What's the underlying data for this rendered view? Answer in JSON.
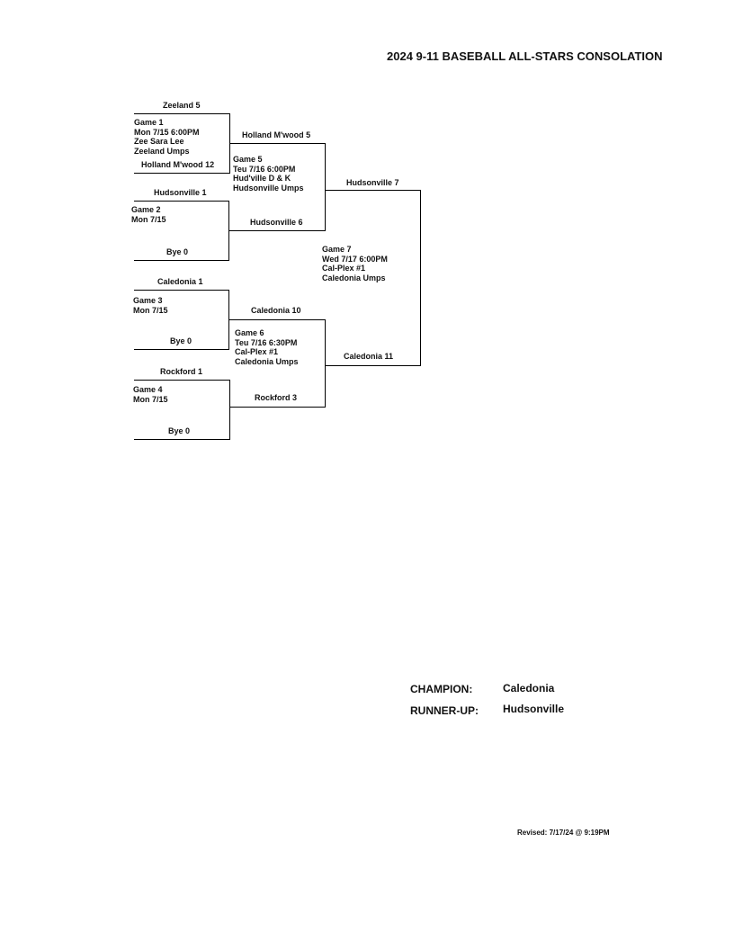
{
  "title": "2024 9-11 BASEBALL ALL-STARS CONSOLATION",
  "round1": [
    {
      "top_team": "Zeeland  5",
      "bottom_team": "Holland M'wood  12",
      "game": "Game 1",
      "date": "Mon  7/15  6:00PM",
      "field": "Zee Sara Lee",
      "umps": "Zeeland Umps"
    },
    {
      "top_team": "Hudsonville  1",
      "bottom_team": "Bye  0",
      "game": "Game 2",
      "date": "Mon  7/15"
    },
    {
      "top_team": "Caledonia  1",
      "bottom_team": "Bye  0",
      "game": "Game 3",
      "date": "Mon  7/15"
    },
    {
      "top_team": "Rockford  1",
      "bottom_team": "Bye  0",
      "game": "Game 4",
      "date": "Mon  7/15"
    }
  ],
  "round2": [
    {
      "top_team": "Holland M'wood  5",
      "bottom_team": "Hudsonville  6",
      "game": "Game 5",
      "date": "Teu  7/16  6:00PM",
      "field": "Hud'ville D & K",
      "umps": "Hudsonville Umps"
    },
    {
      "top_team": "Caledonia  10",
      "bottom_team": "Rockford  3",
      "game": "Game 6",
      "date": "Teu  7/16  6:30PM",
      "field": "Cal-Plex #1",
      "umps": "Caledonia Umps"
    }
  ],
  "final": {
    "top_team": "Hudsonville  7",
    "bottom_team": "Caledonia  11",
    "game": "Game 7",
    "date": "Wed  7/17  6:00PM",
    "field": "Cal-Plex #1",
    "umps": "Caledonia Umps"
  },
  "results": {
    "champion_label": "CHAMPION:",
    "champion": "Caledonia",
    "runner_up_label": "RUNNER-UP:",
    "runner_up": "Hudsonville"
  },
  "revised": "Revised:  7/17/24 @  9:19PM"
}
